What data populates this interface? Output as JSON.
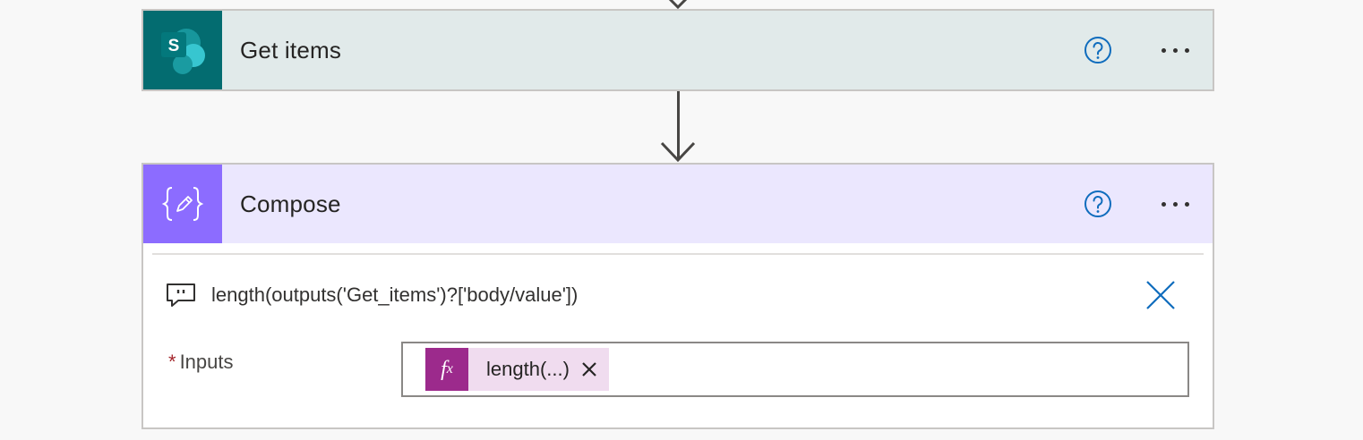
{
  "flow": {
    "steps": [
      {
        "title": "Get items",
        "icon": "sharepoint-icon",
        "header_color": "#e1eaea",
        "icon_bg": "#036c70",
        "icon_letter": "S"
      },
      {
        "title": "Compose",
        "icon": "compose-braces-pencil-icon",
        "header_color": "#ebe7fe",
        "icon_bg": "#8c6cff",
        "comment": "length(outputs('Get_items')?['body/value'])",
        "inputs": {
          "required_marker": "*",
          "label": "Inputs",
          "token": {
            "icon": "fx-icon",
            "fx_text": "f",
            "fx_sub": "x",
            "label": "length(...)",
            "color": "#9c2a8c"
          }
        }
      }
    ]
  },
  "colors": {
    "accent_blue": "#0f6cbd",
    "connector": "#484644"
  }
}
